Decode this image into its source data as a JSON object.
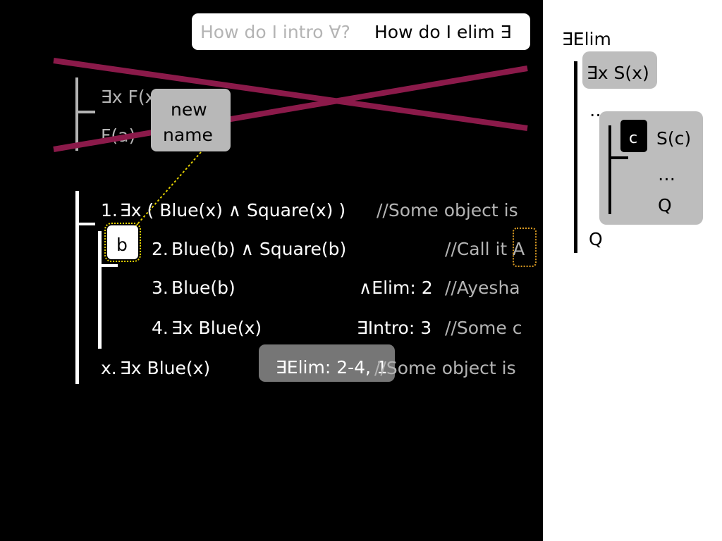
{
  "questions": {
    "intro": "How do I intro ∀?",
    "elim": "How do I elim ∃"
  },
  "crossed": {
    "line1": "∃x F(x)",
    "line2": "F(a)"
  },
  "bubble": {
    "line1": "new",
    "line2": "name"
  },
  "proof": {
    "line1": {
      "num": "1.",
      "formula": "∃x ( Blue(x) ∧ Square(x) )",
      "comment": "//Some object is"
    },
    "box_name": "b",
    "line2": {
      "num": "2.",
      "formula": "Blue(b) ∧ Square(b)",
      "comment": "//Call it A"
    },
    "line3": {
      "num": "3.",
      "formula": "Blue(b)",
      "rule": "∧Elim: 2",
      "comment": "//Ayesha"
    },
    "line4": {
      "num": "4.",
      "formula": "∃x Blue(x)",
      "rule": "∃Intro: 3",
      "comment": "//Some c"
    },
    "conclusion": {
      "num": "x.",
      "formula": "∃x Blue(x)",
      "rule": "∃Elim: 2-4, 1",
      "comment": "//Some object is"
    }
  },
  "rule_schema": {
    "title": "∃Elim",
    "premise": "∃x S(x)",
    "dots1": "…",
    "box_name": "c",
    "assumption": "S(c)",
    "dots2": "…",
    "inner_result": "Q",
    "conclusion": "Q"
  },
  "colors": {
    "cross": "#8b1a4a",
    "dotted_box": "#e6d200",
    "dotted_line": "#e6d200",
    "orange_box": "#d89a22"
  }
}
